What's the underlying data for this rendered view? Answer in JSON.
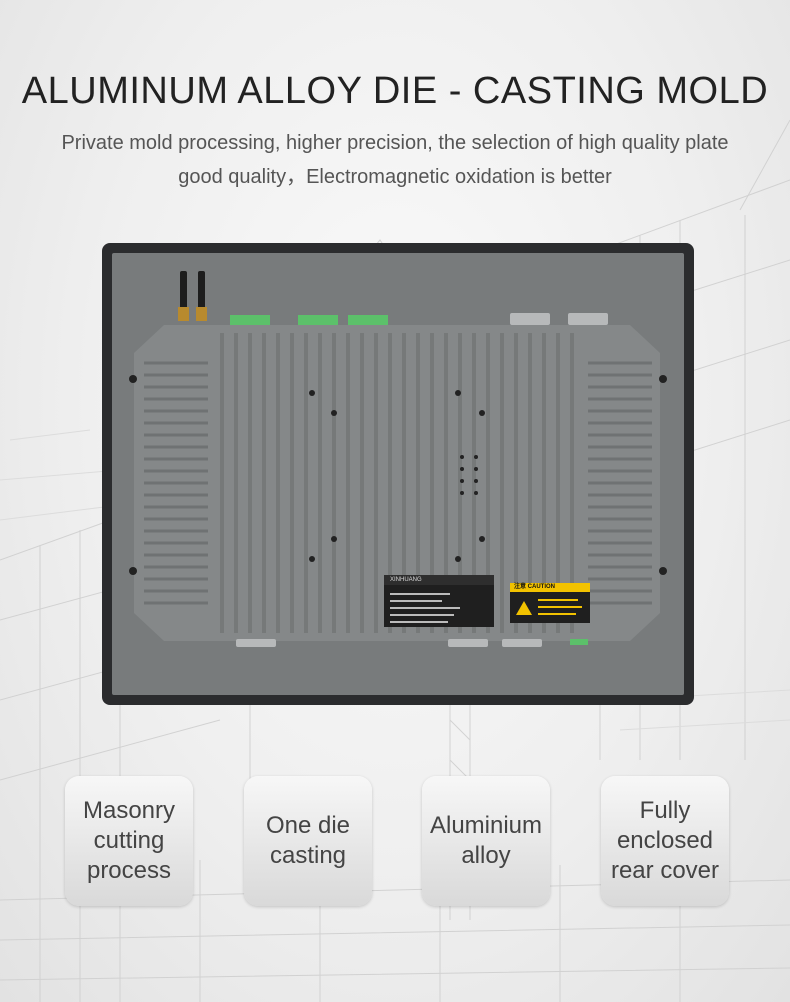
{
  "heading": {
    "title": "ALUMINUM ALLOY DIE - CASTING MOLD",
    "subtitle_line1": "Private mold processing, higher precision, the selection of high quality plate",
    "subtitle_line2": "good quality，Electromagnetic oxidation is better"
  },
  "product": {
    "label_header": "XINHUANG",
    "caution_label": "注意 CAUTION"
  },
  "features": [
    {
      "label": "Masonry\ncutting\nprocess"
    },
    {
      "label": "One die\ncasting"
    },
    {
      "label": "Aluminium\nalloy"
    },
    {
      "label": "Fully\nenclosed\nrear cover"
    }
  ],
  "colors": {
    "bezel": "#2b2c2e",
    "plate": "#787b7c",
    "housing": "#858889",
    "connector_green": "#5cc06a",
    "caution_yellow": "#f2c200"
  }
}
